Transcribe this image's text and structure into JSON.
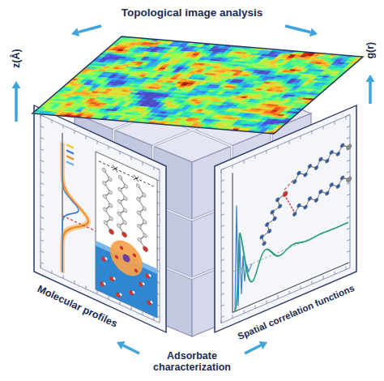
{
  "diagram": {
    "labels": [
      "Topological image analysis",
      "z(Å)",
      "g(r)",
      "Molecular profiles",
      "Spatial correlation functions",
      "Adsorbate characterization"
    ]
  }
}
